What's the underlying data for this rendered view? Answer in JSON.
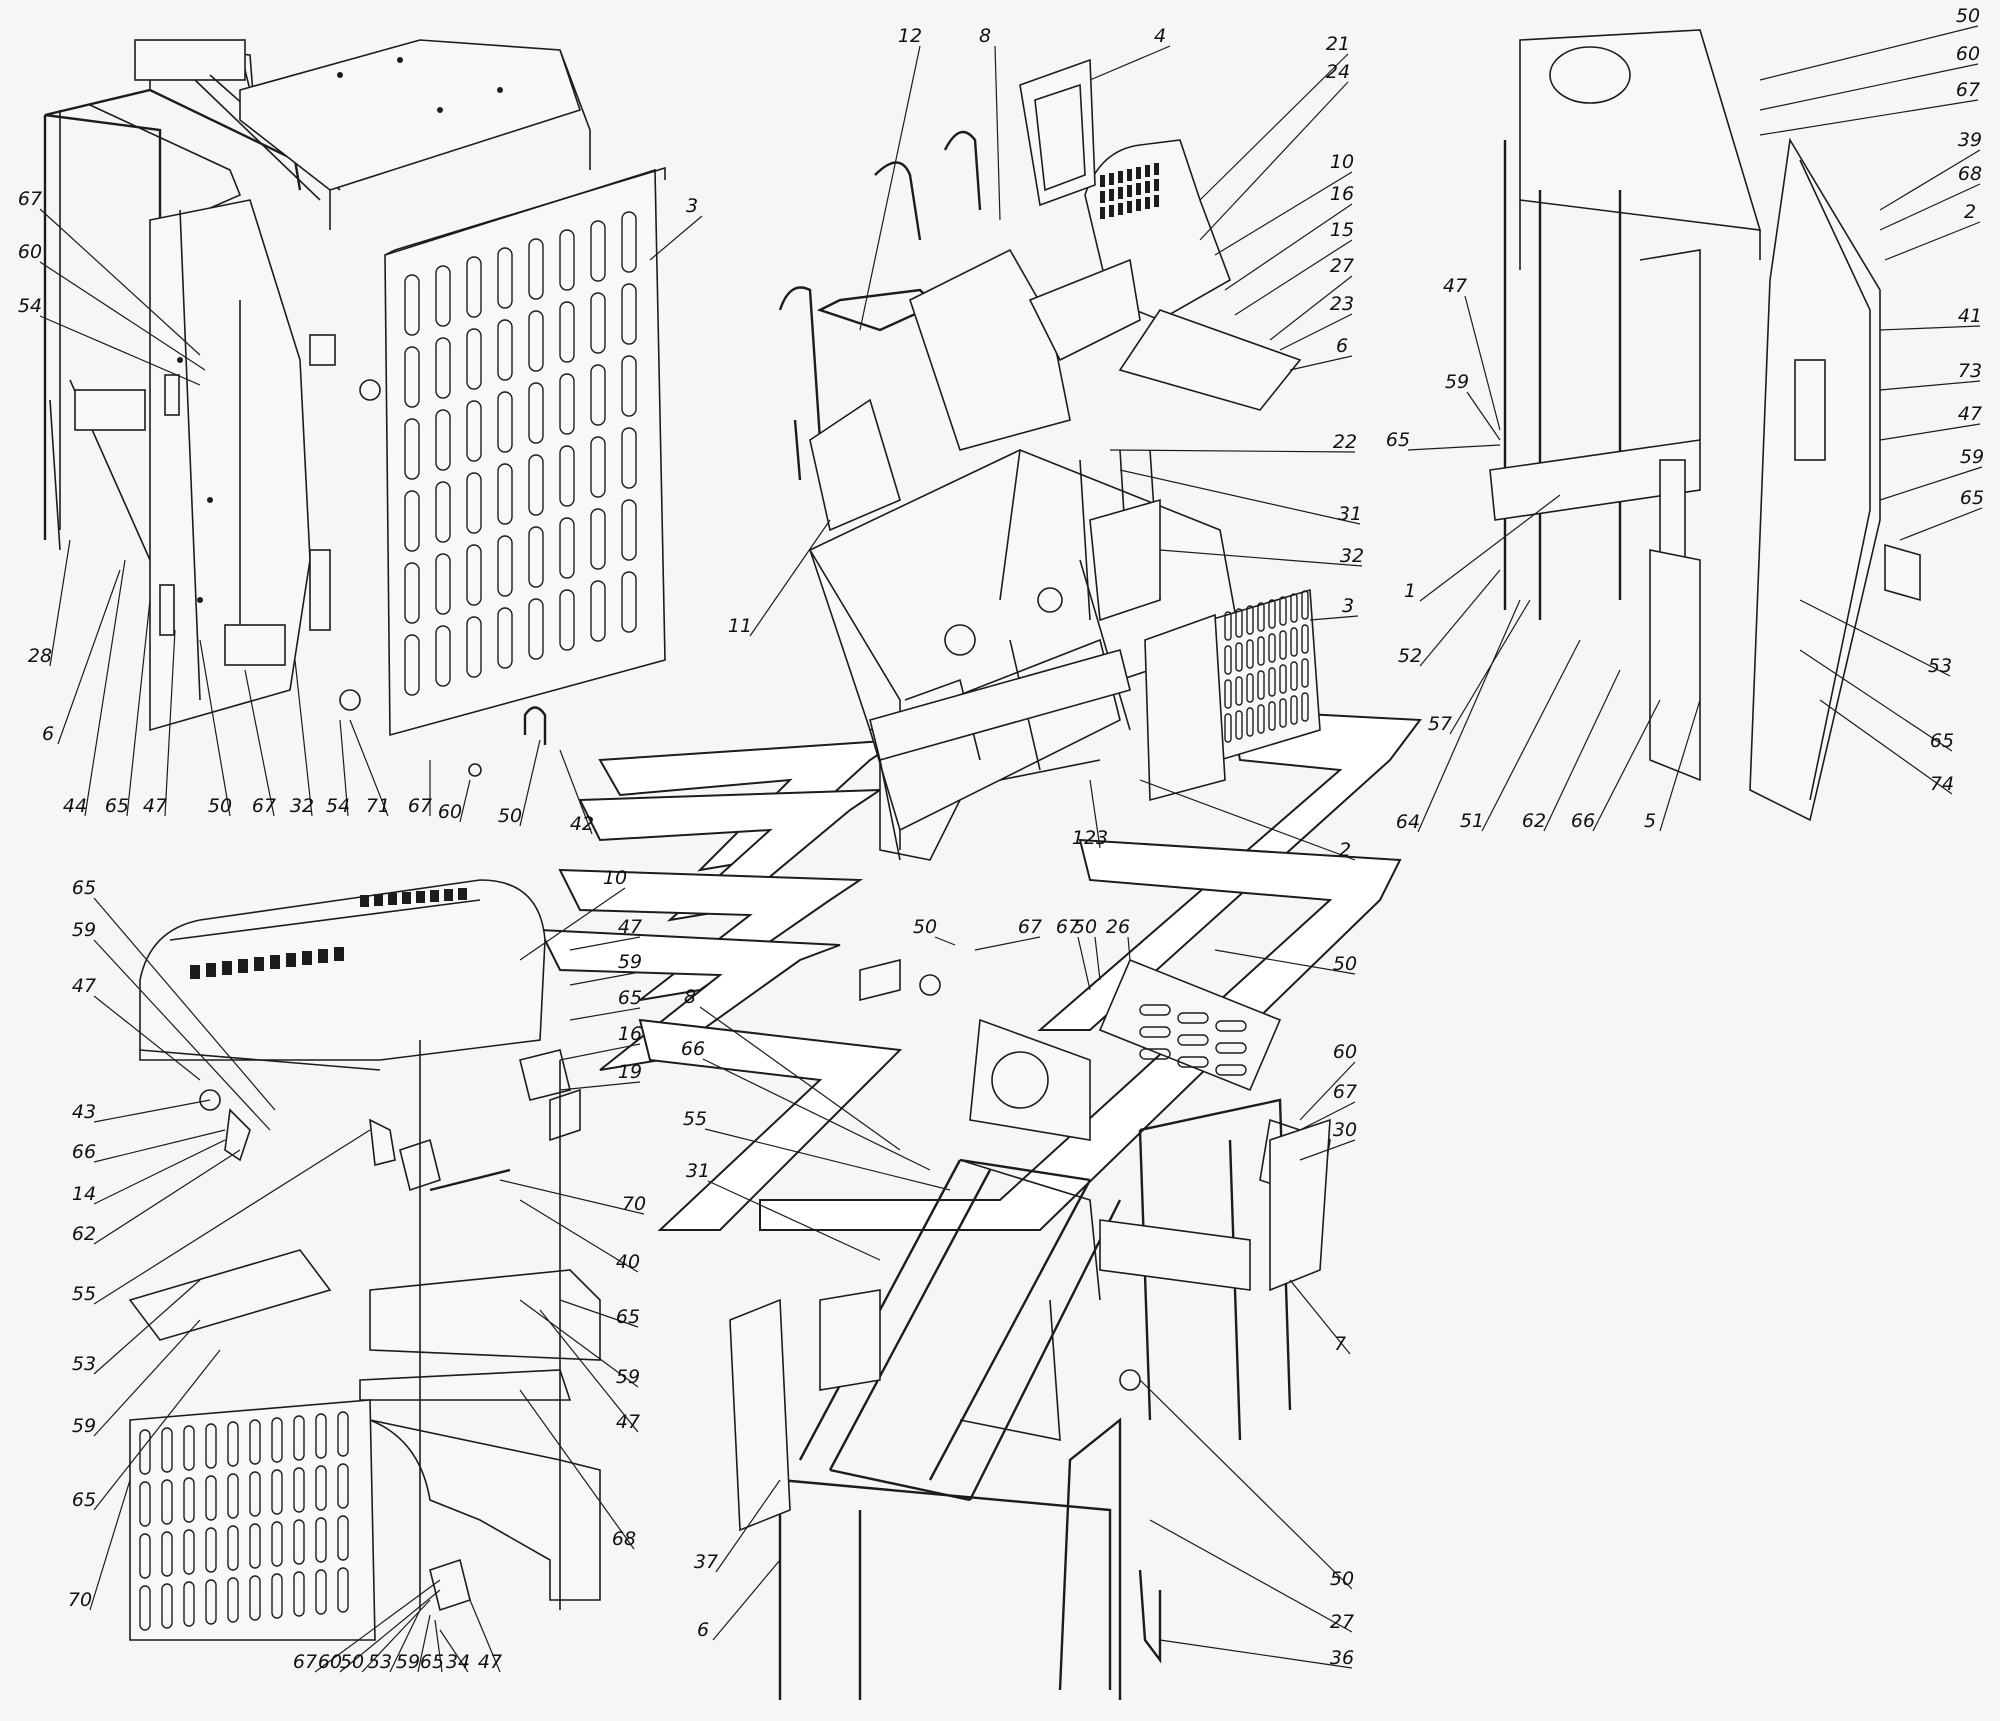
{
  "diagram": {
    "colors": {
      "line": "#1c1c1c",
      "background": "#f4f7f4"
    },
    "views": [
      {
        "id": "view-top-left",
        "callouts": [
          "67",
          "60",
          "54",
          "28",
          "6",
          "44",
          "65",
          "47",
          "50",
          "67",
          "32",
          "54",
          "71",
          "67",
          "60",
          "50",
          "42",
          "3"
        ]
      },
      {
        "id": "view-top-center",
        "callouts": [
          "12",
          "8",
          "4",
          "21",
          "24",
          "10",
          "16",
          "15",
          "27",
          "23",
          "6",
          "22",
          "31",
          "32",
          "3",
          "11",
          "123",
          "2"
        ]
      },
      {
        "id": "view-top-right",
        "callouts": [
          "50",
          "60",
          "67",
          "39",
          "68",
          "2",
          "47",
          "59",
          "65",
          "41",
          "73",
          "47",
          "59",
          "65",
          "1",
          "52",
          "57",
          "64",
          "51",
          "62",
          "66",
          "5",
          "53",
          "65",
          "74"
        ]
      },
      {
        "id": "view-bottom-left",
        "callouts": [
          "65",
          "59",
          "47",
          "43",
          "66",
          "14",
          "62",
          "55",
          "53",
          "59",
          "65",
          "70",
          "10",
          "47",
          "59",
          "65",
          "16",
          "19",
          "70",
          "40",
          "65",
          "59",
          "47",
          "68",
          "67",
          "60",
          "50",
          "53",
          "59",
          "65",
          "34",
          "47"
        ]
      },
      {
        "id": "view-bottom-center",
        "callouts": [
          "50",
          "67",
          "67",
          "50",
          "26",
          "50",
          "8",
          "66",
          "55",
          "31",
          "60",
          "67",
          "30",
          "7",
          "37",
          "6",
          "50",
          "27",
          "36"
        ]
      }
    ]
  }
}
